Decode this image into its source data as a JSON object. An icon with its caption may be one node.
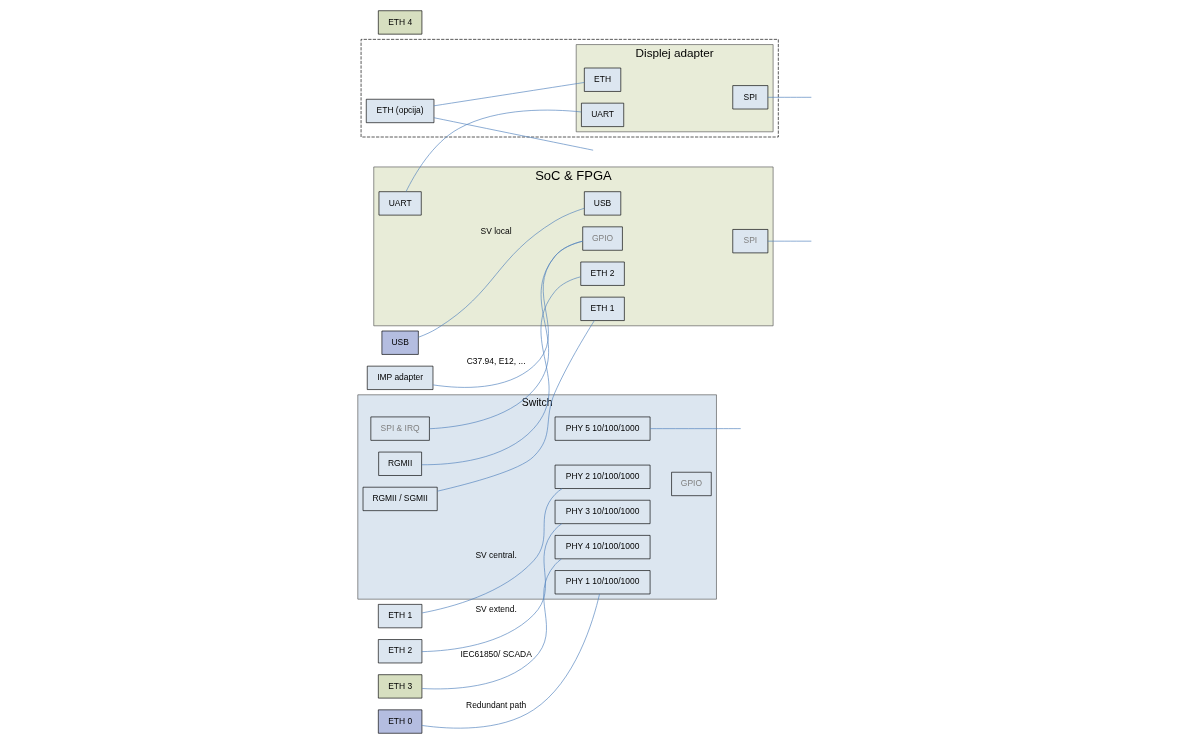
{
  "diagram": {
    "nodes": [
      {
        "text": [
          "IMP adapter"
        ]
      },
      {
        "text": [
          "SoC & FPGA"
        ]
      },
      {
        "text": [
          "GPIO"
        ],
        "in": 1
      },
      {
        "text": [
          "USB"
        ],
        "in": 1
      },
      {
        "text": [
          "ETH 1"
        ],
        "in": 1
      },
      {
        "text": [
          "ETH 2"
        ],
        "in": 1
      },
      {
        "text": [
          "SPI"
        ],
        "in": 1
      },
      {
        "text": [
          "UART"
        ],
        "in": 1
      },
      {
        "text": [
          "USB"
        ]
      },
      {
        "text": [
          "Switch"
        ]
      },
      {
        "text": [
          "RGMII / SGMII"
        ],
        "in": 9
      },
      {
        "text": [
          "SPI & IRQ"
        ],
        "in": 9
      },
      {
        "text": [
          "ETH 0"
        ]
      },
      {
        "text": [
          "PHY 1 10/100/1000"
        ],
        "in": 9
      },
      {
        "text": [
          "ETH 1"
        ]
      },
      {
        "text": [
          "PHY 2 10/100/1000"
        ],
        "in": 9
      },
      {
        "text": [
          "ETH 2"
        ]
      },
      {
        "text": [
          "PHY 3 10/100/1000"
        ],
        "in": 9
      },
      {
        "text": [
          "ETH 3"
        ]
      },
      {
        "text": [
          "PHY 4 10/100/1000"
        ],
        "in": 9
      },
      {
        "text": [
          "ETH 4"
        ]
      },
      {
        "text": [
          "PHY 5 10/100/1000"
        ],
        "in": 9
      },
      {
        "text": [
          "RGMII"
        ],
        "in": 9
      },
      {
        "text": [
          "GPIO"
        ],
        "in": 9
      },
      {
        "text": [],
        "shape": "box"
      },
      {
        "text": [
          "ETH (opcija)"
        ],
        "in": 24
      },
      {
        "text": [
          "Displej adapter"
        ],
        "in": 24
      },
      {
        "text": [
          "ETH"
        ],
        "in": 26
      },
      {
        "text": [
          "UART"
        ],
        "in": 26
      },
      {
        "text": [
          "SPI"
        ],
        "in": 26
      }
    ],
    "edges": [
      {
        "from": 0,
        "to": 2,
        "arrow": "none",
        "label": "C37.94, E12, ..."
      },
      {
        "from": 8,
        "to": 3,
        "arrow": "none",
        "label": "SV local"
      },
      {
        "from": 10,
        "to": 4,
        "arrow": "none"
      },
      {
        "from": 11,
        "to": 2,
        "arrow": "none"
      },
      {
        "from": 22,
        "to": 5,
        "arrow": "none"
      },
      {
        "from": 12,
        "to": 13,
        "arrow": "none",
        "label": "Redundant path"
      },
      {
        "from": 14,
        "to": 15,
        "arrow": "none",
        "label": "SV central."
      },
      {
        "from": 16,
        "to": 17,
        "arrow": "none",
        "label": "SV extend."
      },
      {
        "from": 18,
        "to": 19,
        "arrow": "none",
        "label": "IEC61850/ SCADA"
      },
      {
        "from": 21,
        "to": null,
        "arrow": "none"
      },
      {
        "from": 6,
        "to": null,
        "arrow": "none"
      },
      {
        "from": 7,
        "to": 28,
        "arrow": "none"
      },
      {
        "from": 25,
        "to": null,
        "arrow": "none"
      },
      {
        "from": 25,
        "to": 27,
        "arrow": "none"
      },
      {
        "from": 29,
        "to": null,
        "arrow": "none"
      }
    ]
  }
}
